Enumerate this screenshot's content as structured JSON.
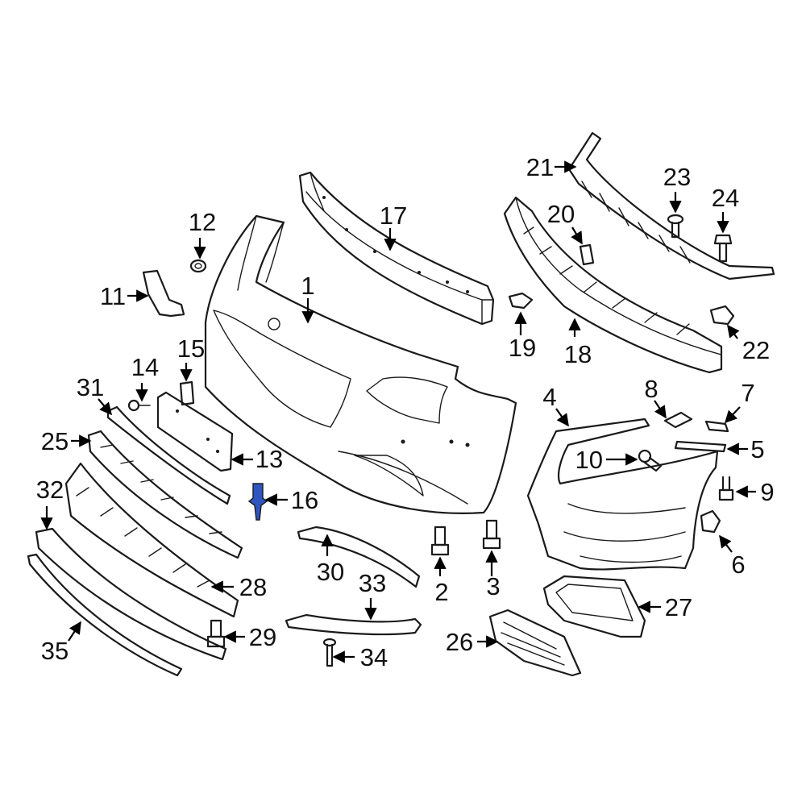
{
  "diagram": {
    "highlight_color": "#2f55c0",
    "line_color": "#1a1a1a",
    "highlighted_part": "16",
    "callouts": [
      {
        "label": "1"
      },
      {
        "label": "2"
      },
      {
        "label": "3"
      },
      {
        "label": "4"
      },
      {
        "label": "5"
      },
      {
        "label": "6"
      },
      {
        "label": "7"
      },
      {
        "label": "8"
      },
      {
        "label": "9"
      },
      {
        "label": "10"
      },
      {
        "label": "11"
      },
      {
        "label": "12"
      },
      {
        "label": "13"
      },
      {
        "label": "14"
      },
      {
        "label": "15"
      },
      {
        "label": "16"
      },
      {
        "label": "17"
      },
      {
        "label": "18"
      },
      {
        "label": "19"
      },
      {
        "label": "20"
      },
      {
        "label": "21"
      },
      {
        "label": "22"
      },
      {
        "label": "23"
      },
      {
        "label": "24"
      },
      {
        "label": "25"
      },
      {
        "label": "26"
      },
      {
        "label": "27"
      },
      {
        "label": "28"
      },
      {
        "label": "29"
      },
      {
        "label": "30"
      },
      {
        "label": "31"
      },
      {
        "label": "32"
      },
      {
        "label": "33"
      },
      {
        "label": "34"
      },
      {
        "label": "35"
      }
    ]
  }
}
